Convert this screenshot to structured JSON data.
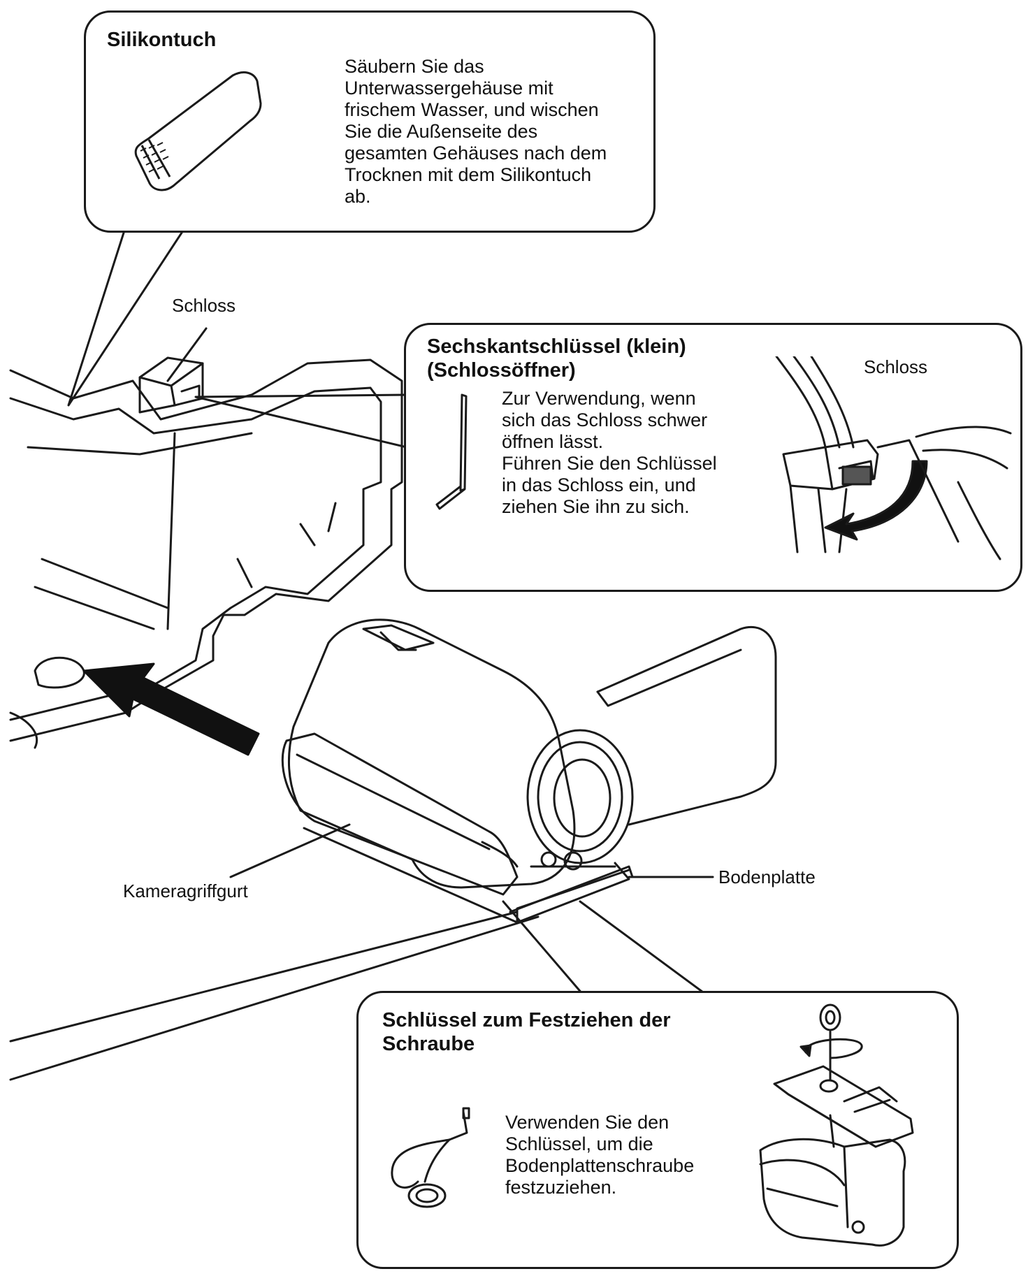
{
  "callouts": {
    "silicone_cloth": {
      "title": "Silikontuch",
      "text_lines": [
        "Säubern Sie das",
        "Unterwassergehäuse mit",
        "frischem Wasser, und wischen",
        "Sie die Außenseite des",
        "gesamten Gehäuses nach dem",
        "Trocknen mit dem Silikontuch",
        "ab."
      ]
    },
    "hex_key": {
      "title_lines": [
        "Sechskantschlüssel (klein)",
        "(Schlossöffner)"
      ],
      "text_lines": [
        "Zur Verwendung, wenn",
        "sich das Schloss schwer",
        "öffnen lässt.",
        "Führen Sie den Schlüssel",
        "in das Schloss ein, und",
        "ziehen Sie ihn zu sich."
      ],
      "inset_label": "Schloss"
    },
    "screw_key": {
      "title_lines": [
        "Schlüssel zum Festziehen der",
        "Schraube"
      ],
      "text_lines": [
        "Verwenden Sie den",
        "Schlüssel, um die",
        "Bodenplattenschraube",
        "festzuziehen."
      ]
    }
  },
  "labels": {
    "lock": "Schloss",
    "grip_strap": "Kameragriffgurt",
    "base_plate": "Bodenplatte"
  }
}
